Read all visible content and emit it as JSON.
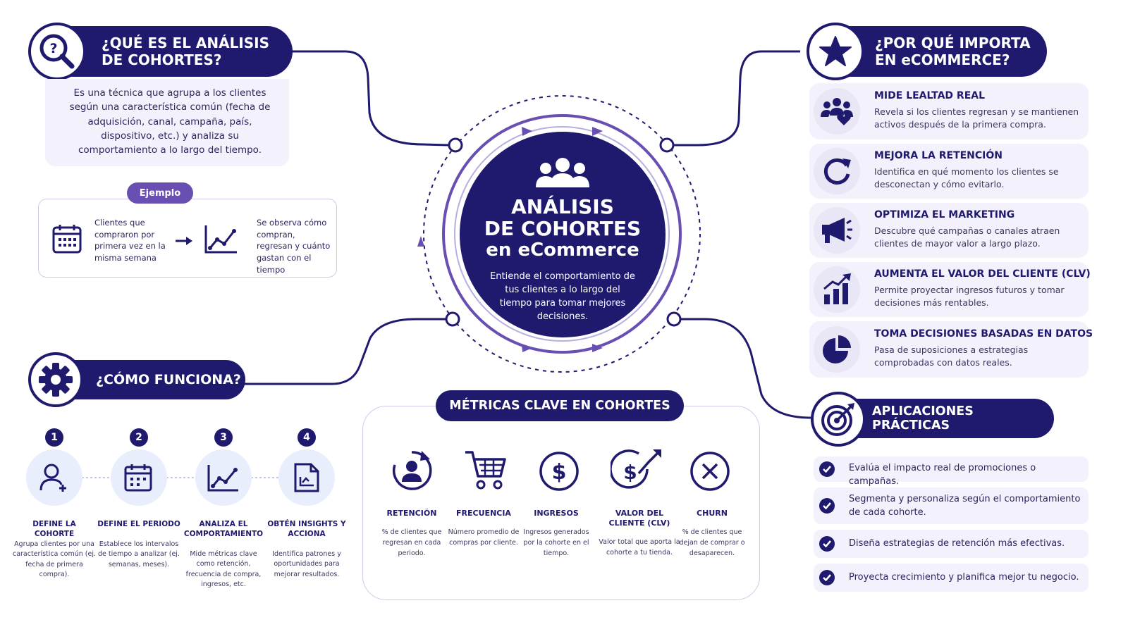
{
  "center": {
    "title_line1": "ANÁLISIS",
    "title_line2": "DE COHORTES",
    "title_line3": "en eCommerce",
    "subtitle": "Entiende el comportamiento de tus clientes a lo largo del tiempo para tomar mejores decisiones."
  },
  "what": {
    "title_line1": "¿QUÉ ES EL ANÁLISIS",
    "title_line2": "DE COHORTES?",
    "body": "Es una técnica que agrupa a los clientes según una característica común (fecha de adquisición, canal, campaña, país, dispositivo, etc.) y analiza su comportamiento a lo largo del tiempo.",
    "example_label": "Ejemplo",
    "example_left": "Clientes que compraron por primera vez en la misma semana",
    "example_right": "Se observa cómo compran, regresan y cuánto gastan con el tiempo"
  },
  "how": {
    "title": "¿CÓMO FUNCIONA?",
    "steps": [
      {
        "num": "1",
        "title": "DEFINE LA COHORTE",
        "desc": "Agrupa clientes por una característica común (ej. fecha de primera compra)."
      },
      {
        "num": "2",
        "title": "DEFINE EL PERIODO",
        "desc": "Establece los intervalos de tiempo a analizar (ej. semanas, meses)."
      },
      {
        "num": "3",
        "title": "ANALIZA EL COMPORTAMIENTO",
        "desc": "Mide métricas clave como retención, frecuencia de compra, ingresos, etc."
      },
      {
        "num": "4",
        "title": "OBTÉN INSIGHTS Y ACCIONA",
        "desc": "Identifica patrones y oportunidades para mejorar resultados."
      }
    ]
  },
  "metrics": {
    "title": "MÉTRICAS CLAVE EN COHORTES",
    "items": [
      {
        "title": "RETENCIÓN",
        "desc": "% de clientes que regresan en cada periodo."
      },
      {
        "title": "FRECUENCIA",
        "desc": "Número promedio de compras por cliente."
      },
      {
        "title": "INGRESOS",
        "desc": "Ingresos generados por la cohorte en el tiempo."
      },
      {
        "title": "VALOR DEL CLIENTE (CLV)",
        "desc": "Valor total que aporta la cohorte a tu tienda."
      },
      {
        "title": "CHURN",
        "desc": "% de clientes que dejan de comprar o desaparecen."
      }
    ]
  },
  "why": {
    "title_line1": "¿POR QUÉ IMPORTA",
    "title_line2": "EN eCOMMERCE?",
    "items": [
      {
        "title": "MIDE LEALTAD REAL",
        "desc": "Revela si los clientes regresan y se mantienen activos después de la primera compra."
      },
      {
        "title": "MEJORA LA RETENCIÓN",
        "desc": "Identifica en qué momento los clientes se desconectan y cómo evitarlo."
      },
      {
        "title": "OPTIMIZA EL MARKETING",
        "desc": "Descubre qué campañas o canales atraen clientes de mayor valor a largo plazo."
      },
      {
        "title": "AUMENTA EL VALOR DEL CLIENTE (CLV)",
        "desc": "Permite proyectar ingresos futuros y tomar decisiones más rentables."
      },
      {
        "title": "TOMA DECISIONES BASADAS EN DATOS",
        "desc": "Pasa de suposiciones a estrategias comprobadas con datos reales."
      }
    ]
  },
  "apps": {
    "title": "APLICACIONES PRÁCTICAS",
    "items": [
      "Evalúa el impacto real de promociones o campañas.",
      "Segmenta y personaliza según el comportamiento de cada cohorte.",
      "Diseña estrategias de retención más efectivas.",
      "Proyecta crecimiento y planifica mejor tu negocio."
    ]
  },
  "colors": {
    "navy": "#1f1a6e",
    "purple": "#6a4fb3",
    "lavender": "#f3f1fb"
  }
}
